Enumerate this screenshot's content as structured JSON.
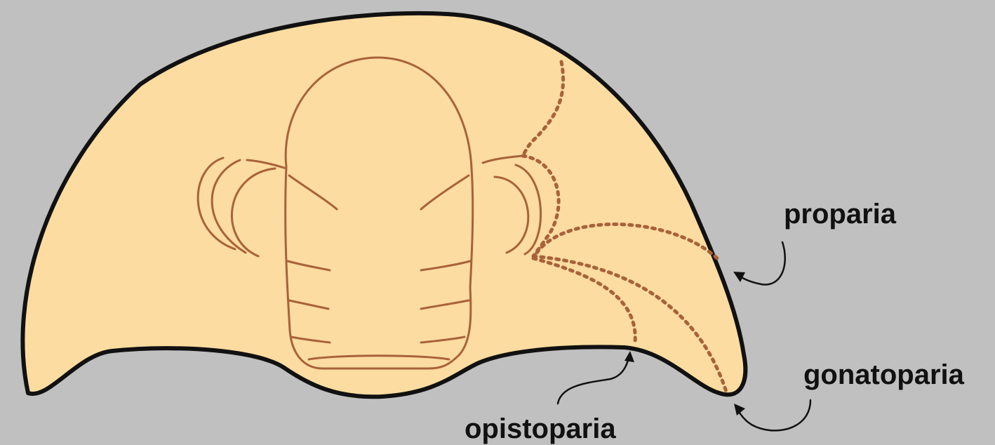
{
  "labels": {
    "proparia": "proparia",
    "gonatoparia": "gonatoparia",
    "opistoparia": "opistoparia"
  },
  "colors": {
    "background": "#c0c0c0",
    "cephalon_fill": "#fcdca0",
    "outline": "#111111",
    "feature_line": "#a8623a",
    "suture_dots": "#a8623a"
  }
}
